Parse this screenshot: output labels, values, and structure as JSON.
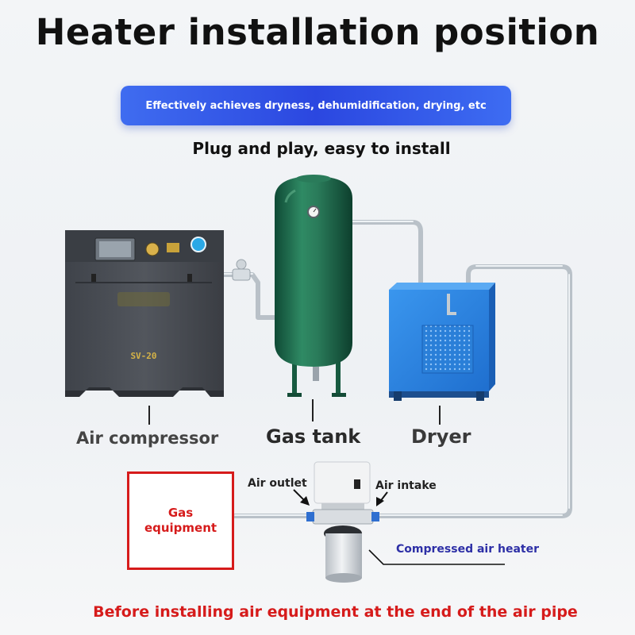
{
  "title": "Heater installation position",
  "banner": "Effectively achieves dryness, dehumidification, drying, etc",
  "subtitle": "Plug and play, easy to install",
  "compressor": {
    "model": "SV-20"
  },
  "labels": {
    "air_compressor": "Air compressor",
    "gas_tank": "Gas tank",
    "dryer": "Dryer",
    "gas_equipment_line1": "Gas",
    "gas_equipment_line2": "equipment",
    "air_outlet": "Air outlet",
    "air_intake": "Air intake",
    "compressed_air_heater": "Compressed air heater"
  },
  "footer": "Before installing air equipment at the end of the air pipe",
  "colors": {
    "banner": "#3355e8",
    "tank": "#1f6b4e",
    "compressor": "#4a4e55",
    "dryer": "#2c84e0",
    "warning_red": "#d61b1b",
    "heater_label": "#2d2fa6"
  }
}
